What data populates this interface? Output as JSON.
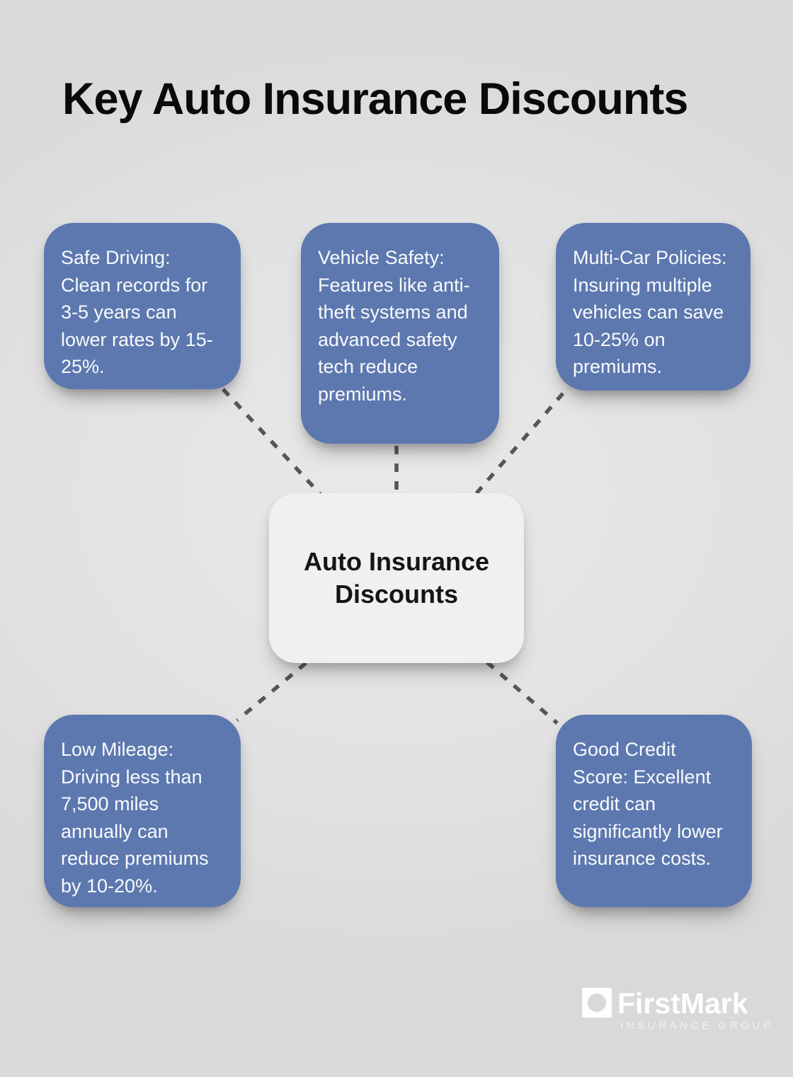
{
  "title": "Key Auto Insurance Discounts",
  "center": {
    "label": "Auto Insurance Discounts"
  },
  "nodes": [
    {
      "id": "safe-driving",
      "text": "Safe Driving: Clean records for 3-5 years can lower rates by 15-25%."
    },
    {
      "id": "vehicle-safety",
      "text": "Vehicle Safety: Features like anti-theft systems and advanced safety tech reduce premiums."
    },
    {
      "id": "multi-car",
      "text": "Multi-Car Policies: Insuring multiple vehicles can save 10-25% on premiums."
    },
    {
      "id": "low-mileage",
      "text": "Low Mileage: Driving less than 7,500 miles annually can reduce premiums by 10-20%."
    },
    {
      "id": "good-credit",
      "text": "Good Credit Score: Excellent credit can significantly lower insurance costs."
    }
  ],
  "logo": {
    "name": "FirstMark",
    "tagline": "INSURANCE GROUP"
  },
  "colors": {
    "background": "#e2e2e2",
    "node_bg": "#5d78af",
    "node_text": "#f8fafc",
    "center_bg": "#f0f0f2",
    "connector": "#565656",
    "title_text": "#0a0a0a",
    "logo_text": "#ffffff"
  }
}
